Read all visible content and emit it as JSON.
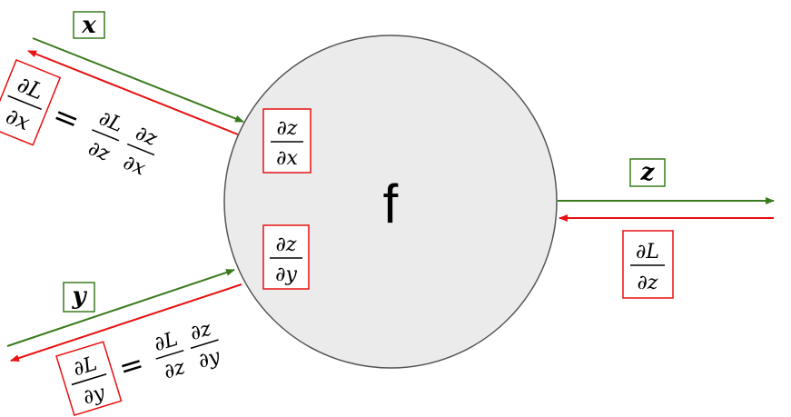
{
  "node": {
    "label": "f"
  },
  "inputs": {
    "x": {
      "label": "x"
    },
    "y": {
      "label": "y"
    }
  },
  "output": {
    "label": "z"
  },
  "local_gradients": {
    "dz_dx": {
      "num": "∂z",
      "den": "∂x"
    },
    "dz_dy": {
      "num": "∂z",
      "den": "∂y"
    }
  },
  "upstream_gradient": {
    "num": "∂L",
    "den": "∂z"
  },
  "chain_rule_x": {
    "lhs_num": "∂L",
    "lhs_den": "∂x",
    "eq": "=",
    "f1_num": "∂L",
    "f1_den": "∂z",
    "f2_num": "∂z",
    "f2_den": "∂x"
  },
  "chain_rule_y": {
    "lhs_num": "∂L",
    "lhs_den": "∂y",
    "eq": "=",
    "f1_num": "∂L",
    "f1_den": "∂z",
    "f2_num": "∂z",
    "f2_den": "∂y"
  },
  "colors": {
    "forward": "#3a7a1e",
    "backward": "#e81010",
    "node_fill": "#ebebeb",
    "node_stroke": "#555555"
  }
}
